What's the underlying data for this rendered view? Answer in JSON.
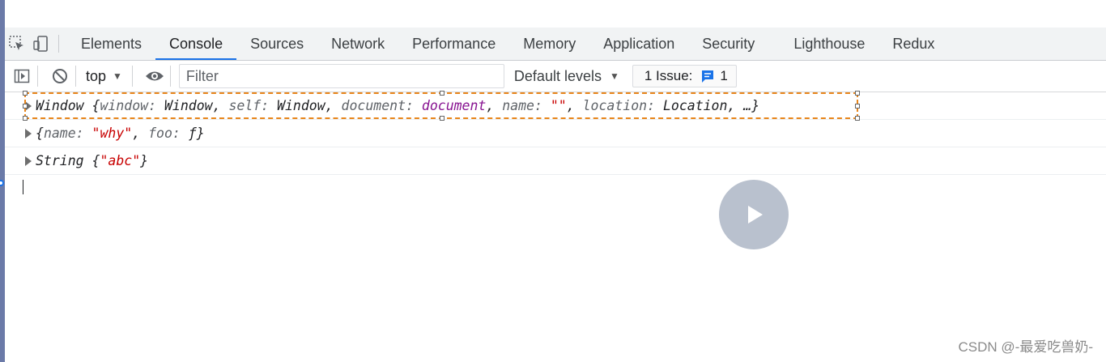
{
  "devtools": {
    "tabs": [
      {
        "label": "Elements",
        "active": false
      },
      {
        "label": "Console",
        "active": true
      },
      {
        "label": "Sources",
        "active": false
      },
      {
        "label": "Network",
        "active": false
      },
      {
        "label": "Performance",
        "active": false
      },
      {
        "label": "Memory",
        "active": false
      },
      {
        "label": "Application",
        "active": false
      },
      {
        "label": "Security",
        "active": false
      },
      {
        "label": "Lighthouse",
        "active": false
      },
      {
        "label": "Redux",
        "active": false
      }
    ],
    "toolbar_icons": [
      "inspect-element-icon",
      "device-toolbar-icon"
    ]
  },
  "console_toolbar": {
    "icons": [
      "sidebar-toggle-icon",
      "clear-console-icon",
      "eye-icon"
    ],
    "context": "top",
    "filter_placeholder": "Filter",
    "levels_label": "Default levels",
    "issues_label": "1 Issue:",
    "issues_count": "1"
  },
  "messages": [
    {
      "segments": [
        {
          "t": "Window {",
          "c": ""
        },
        {
          "t": "window: ",
          "c": "k"
        },
        {
          "t": "Window, ",
          "c": ""
        },
        {
          "t": "self: ",
          "c": "k"
        },
        {
          "t": "Window, ",
          "c": ""
        },
        {
          "t": "document: ",
          "c": "k"
        },
        {
          "t": "document",
          "c": "d"
        },
        {
          "t": ", ",
          "c": ""
        },
        {
          "t": "name: ",
          "c": "k"
        },
        {
          "t": "\"\"",
          "c": "s"
        },
        {
          "t": ", ",
          "c": ""
        },
        {
          "t": "location: ",
          "c": "k"
        },
        {
          "t": "Location, …}",
          "c": ""
        }
      ]
    },
    {
      "segments": [
        {
          "t": "{",
          "c": ""
        },
        {
          "t": "name: ",
          "c": "k"
        },
        {
          "t": "\"why\"",
          "c": "s"
        },
        {
          "t": ", ",
          "c": ""
        },
        {
          "t": "foo: ",
          "c": "k"
        },
        {
          "t": "ƒ",
          "c": ""
        },
        {
          "t": "}",
          "c": ""
        }
      ]
    },
    {
      "segments": [
        {
          "t": "String {",
          "c": ""
        },
        {
          "t": "\"abc\"",
          "c": "s"
        },
        {
          "t": "}",
          "c": ""
        }
      ]
    }
  ],
  "overlay": {
    "icon": "play-icon",
    "color": "#b9c1ce"
  },
  "watermark": "CSDN @-最爱吃兽奶-",
  "colors": {
    "accent": "#1a73e8",
    "selection": "#e8851a",
    "string": "#c80000",
    "key": "#5f6368"
  }
}
